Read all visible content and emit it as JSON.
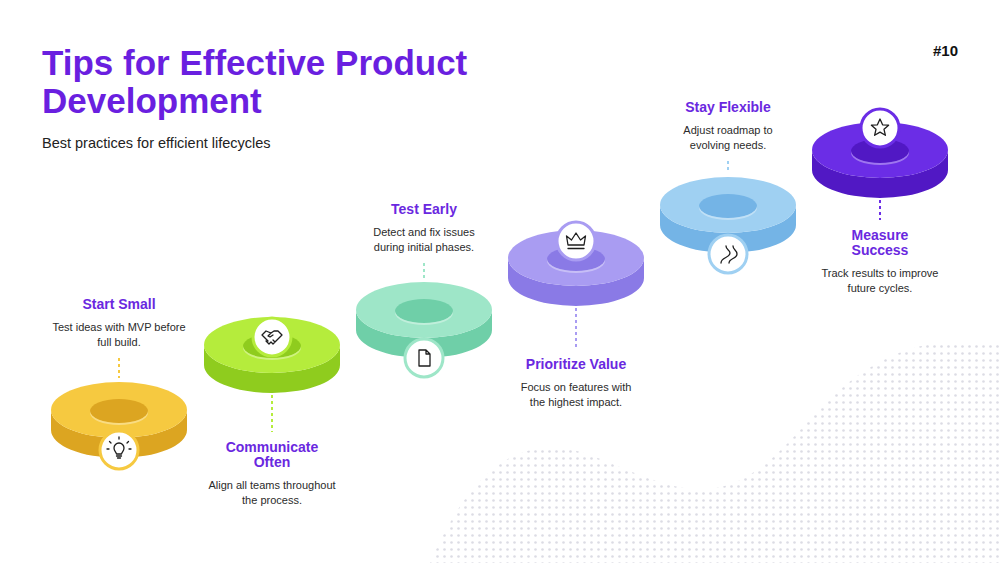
{
  "diagram": {
    "title": "Tips for Effective Product Development",
    "caption": "Best practices for efficient lifecycles",
    "nodes": [
      {
        "text": [
          "Start Small",
          "Test ideas with MVP before full build."
        ]
      },
      {
        "text": [
          "Communicate Often",
          "Align all teams throughout the process."
        ]
      },
      {
        "text": [
          "Test Early",
          "Detect and fix issues during initial phases."
        ]
      },
      {
        "text": [
          "Prioritize Value",
          "Focus on features with the highest impact."
        ]
      },
      {
        "text": [
          "Stay Flexible",
          "Adjust roadmap to evolving needs."
        ]
      },
      {
        "text": [
          "Measure Success",
          "Track results to improve future cycles."
        ]
      }
    ],
    "labels": [
      "#10"
    ]
  }
}
